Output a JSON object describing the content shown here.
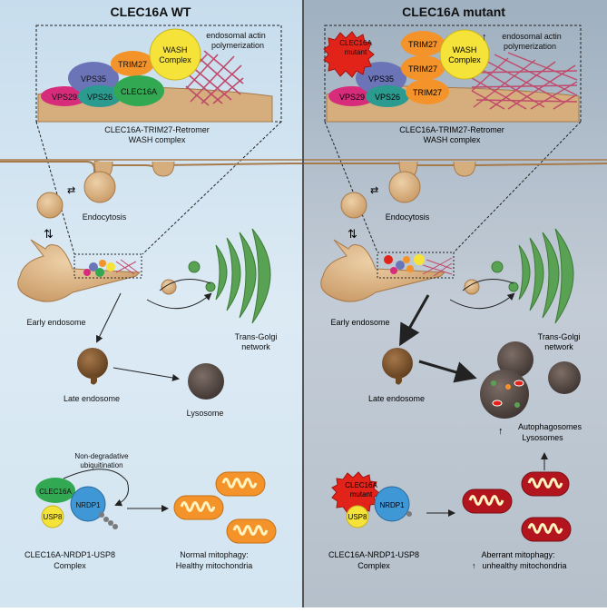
{
  "colors": {
    "left_bg": "#d6e8f2",
    "right_bg": "#b7c3cf",
    "membrane": "#d6ad7d",
    "membrane_stroke": "#a77a4a",
    "golgi": "#5aa253",
    "actin": "#c04a6a"
  },
  "left": {
    "title": "CLEC16A WT",
    "zoom_caption_1": "CLEC16A-TRIM27-Retromer",
    "zoom_caption_2": "WASH complex",
    "actin_1": "endosomal actin",
    "actin_2": "polymerization",
    "proteins": {
      "wash_1": "WASH",
      "wash_2": "Complex",
      "trim27": "TRIM27",
      "vps35": "VPS35",
      "vps29": "VPS29",
      "vps26": "VPS26",
      "clec16a": "CLEC16A"
    },
    "endocytosis": "Endocytosis",
    "early_endosome": "Early endosome",
    "tgn_1": "Trans-Golgi",
    "tgn_2": "network",
    "late_endosome": "Late endosome",
    "lysosome": "Lysosome",
    "ubiq_1": "Non-degradative",
    "ubiq_2": "ubiquitination",
    "complex_clec16a": "CLEC16A",
    "complex_nrdp1": "NRDP1",
    "complex_usp8": "USP8",
    "complex_caption_1": "CLEC16A-NRDP1-USP8",
    "complex_caption_2": "Complex",
    "mito_caption_1": "Normal mitophagy:",
    "mito_caption_2": "Healthy mitochondria"
  },
  "right": {
    "title": "CLEC16A mutant",
    "zoom_caption_1": "CLEC16A-TRIM27-Retromer",
    "zoom_caption_2": "WASH complex",
    "actin_1": "endosomal actin",
    "actin_2": "polymerization",
    "actin_arrow": "↑",
    "proteins": {
      "mutant_1": "CLEC16A",
      "mutant_2": "mutant",
      "wash_1": "WASH",
      "wash_2": "Complex",
      "trim27": "TRIM27",
      "vps35": "VPS35",
      "vps29": "VPS29",
      "vps26": "VPS26"
    },
    "endocytosis": "Endocytosis",
    "early_endosome": "Early endosome",
    "tgn_1": "Trans-Golgi",
    "tgn_2": "network",
    "late_endosome": "Late endosome",
    "autophagosomes": "Autophagosomes",
    "lysosomes": "Lysosomes",
    "complex_mutant_1": "CLEC16A",
    "complex_mutant_2": "mutant",
    "complex_nrdp1": "NRDP1",
    "complex_usp8": "USP8",
    "complex_caption_1": "CLEC16A-NRDP1-USP8",
    "complex_caption_2": "Complex",
    "mito_caption_1": "Aberrant mitophagy:",
    "mito_caption_2": "unhealthy mitochondria",
    "mito_arrow": "↑"
  }
}
